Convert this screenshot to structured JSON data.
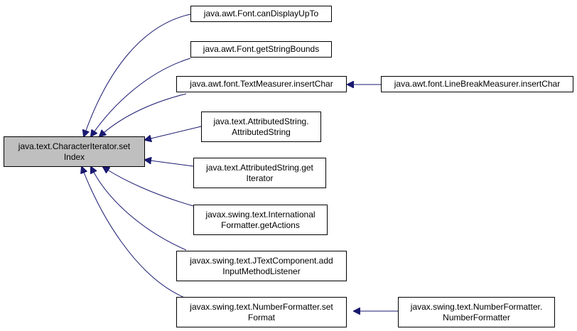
{
  "diagram": {
    "colors": {
      "edge": "#191970",
      "focus_fill": "#bfbfbf",
      "node_border": "#000000"
    },
    "focus": {
      "line1": "java.text.CharacterIterator.set",
      "line2": "Index"
    },
    "callers": {
      "font_can_display": {
        "line1": "java.awt.Font.canDisplayUpTo"
      },
      "font_get_string_bounds": {
        "line1": "java.awt.Font.getStringBounds"
      },
      "text_measurer_insert_char": {
        "line1": "java.awt.font.TextMeasurer.insertChar"
      },
      "attributed_string_ctor": {
        "line1": "java.text.AttributedString.",
        "line2": "AttributedString"
      },
      "attributed_string_get_iterator": {
        "line1": "java.text.AttributedString.get",
        "line2": "Iterator"
      },
      "international_formatter_get_actions": {
        "line1": "javax.swing.text.International",
        "line2": "Formatter.getActions"
      },
      "jtextcomponent_add_listener": {
        "line1": "javax.swing.text.JTextComponent.add",
        "line2": "InputMethodListener"
      },
      "number_formatter_set_format": {
        "line1": "javax.swing.text.NumberFormatter.set",
        "line2": "Format"
      },
      "line_break_measurer_insert_char": {
        "line1": "java.awt.font.LineBreakMeasurer.insertChar"
      },
      "number_formatter_ctor": {
        "line1": "javax.swing.text.NumberFormatter.",
        "line2": "NumberFormatter"
      }
    }
  }
}
